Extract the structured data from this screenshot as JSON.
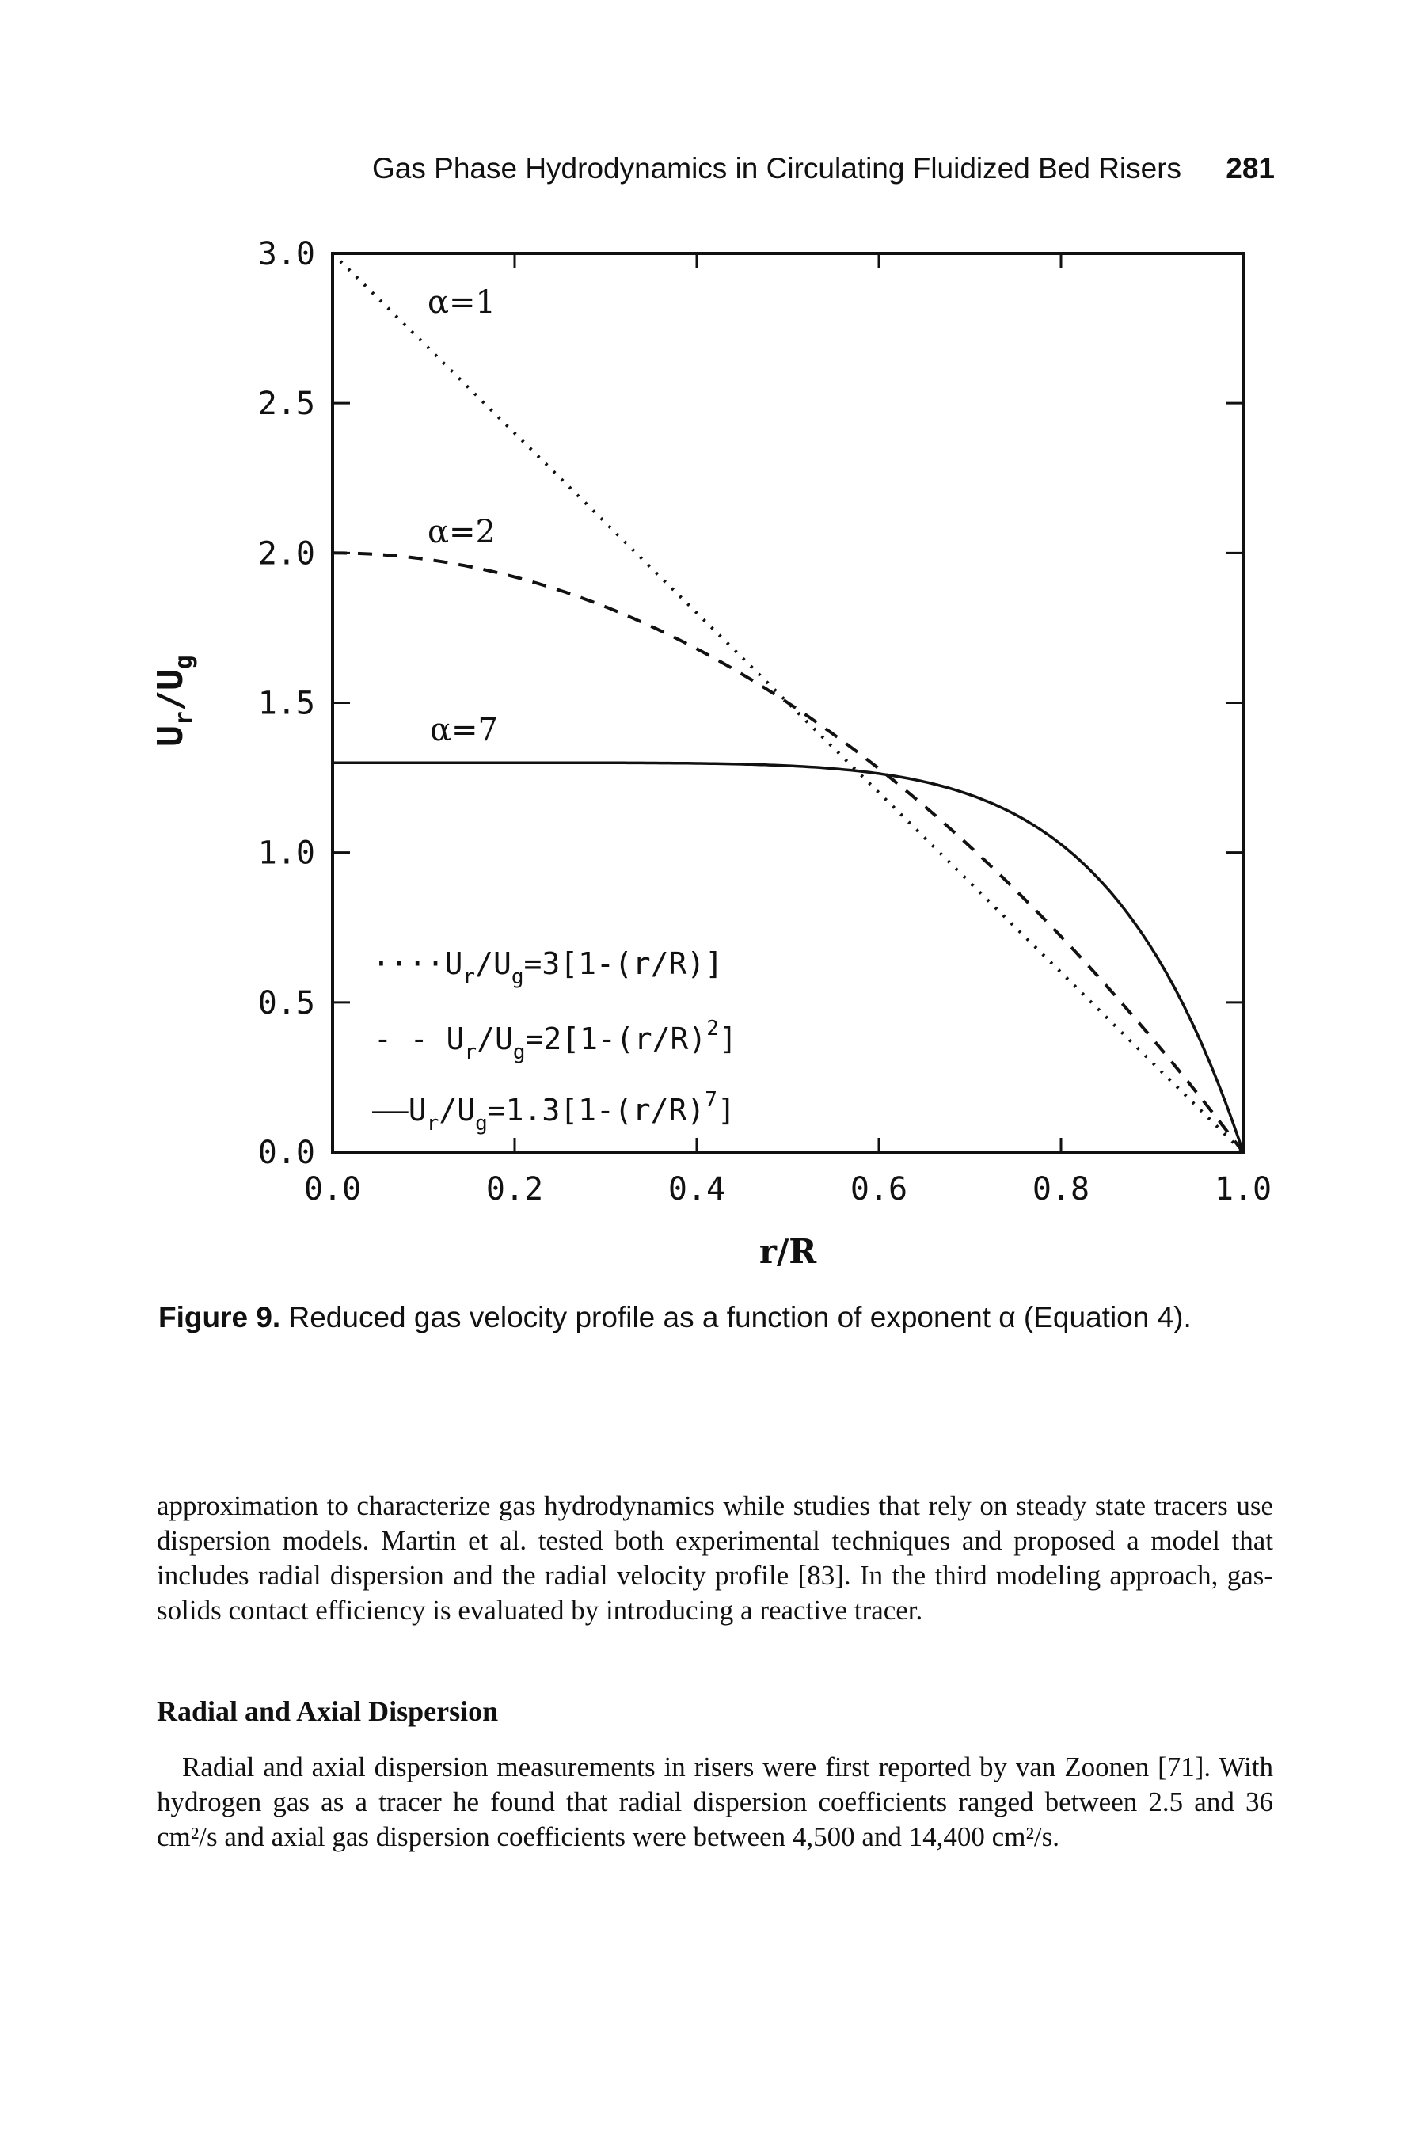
{
  "header": {
    "running_title": "Gas Phase Hydrodynamics in Circulating Fluidized Bed Risers",
    "page_number": "281"
  },
  "chart_data": {
    "type": "line",
    "xlabel": "r/R",
    "ylabel": "U_r/U_g",
    "xlim": [
      0,
      1
    ],
    "ylim": [
      0,
      3
    ],
    "x_ticks": [
      "0.0",
      "0.2",
      "0.4",
      "0.6",
      "0.8",
      "1.0"
    ],
    "y_ticks": [
      "0.0",
      "0.5",
      "1.0",
      "1.5",
      "2.0",
      "2.5",
      "3.0"
    ],
    "annotations": [
      "α=1",
      "α=2",
      "α=7"
    ],
    "series": [
      {
        "name": "----U_r/U_g=3[1-(r/R)]",
        "equation_multiplier": 3,
        "alpha": 1,
        "style": "dotted"
      },
      {
        "name": "- - U_r/U_g=2[1-(r/R)^2]",
        "equation_multiplier": 2,
        "alpha": 2,
        "style": "dashed"
      },
      {
        "name": "——U_r/U_g=1.3[1-(r/R)^7]",
        "equation_multiplier": 1.3,
        "alpha": 7,
        "style": "solid"
      }
    ],
    "legend": {
      "placement": "bottom-left",
      "entries": [
        {
          "prefix": "····",
          "eq_start": "U",
          "sub_r": "r",
          "mid": "/U",
          "sub_g": "g",
          "eq_rest": "=3[1-(r/R)]",
          "sup": ""
        },
        {
          "prefix": "- -",
          "eq_start": "U",
          "sub_r": "r",
          "mid": "/U",
          "sub_g": "g",
          "eq_rest": "=2[1-(r/R)",
          "sup": "2",
          "tail": "]"
        },
        {
          "prefix": "——",
          "eq_start": "U",
          "sub_r": "r",
          "mid": "/U",
          "sub_g": "g",
          "eq_rest": "=1.3[1-(r/R)",
          "sup": "7",
          "tail": "]"
        }
      ]
    }
  },
  "figure": {
    "label": "Figure 9.",
    "caption": "Reduced gas velocity profile as a function of exponent α (Equation 4)."
  },
  "body": {
    "paragraph_1": "approximation to characterize gas hydrodynamics while studies that rely on steady state tracers use dispersion models. Martin et al. tested both experimental techniques and proposed a model that includes radial dispersion and the radial velocity profile [83]. In the third modeling approach, gas-solids contact efficiency is evaluated by introducing a reactive tracer.",
    "section_heading": "Radial and Axial Dispersion",
    "paragraph_2": "Radial and axial dispersion measurements in risers were first reported by van Zoonen [71]. With hydrogen gas as a tracer he found that radial dispersion coefficients ranged between 2.5 and 36 cm²/s and axial gas dispersion coefficients were between 4,500 and 14,400 cm²/s."
  }
}
